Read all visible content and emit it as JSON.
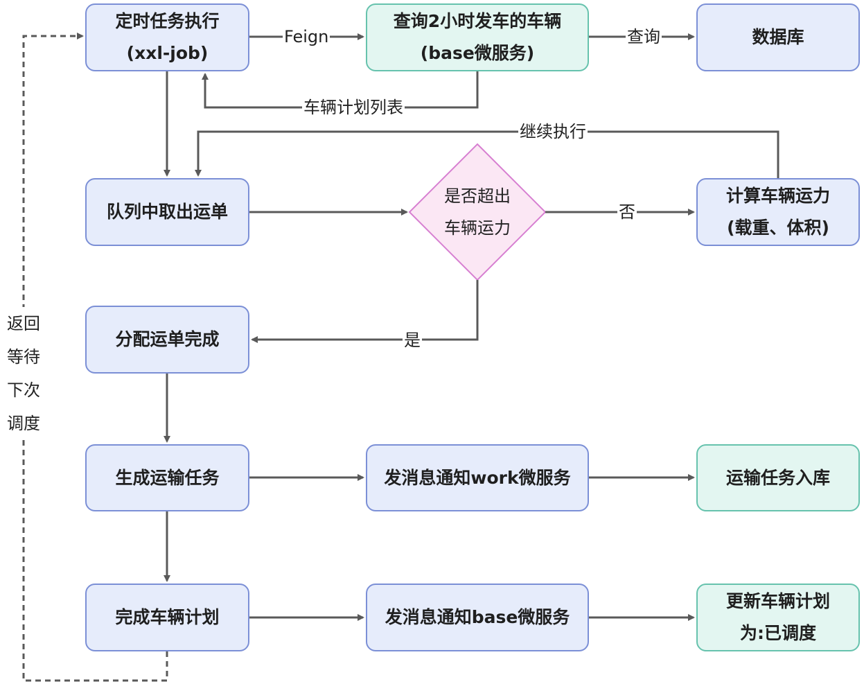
{
  "colors": {
    "node_blue_fill": "#e6ecfb",
    "node_blue_border": "#7b8fd6",
    "node_green_fill": "#e3f6f1",
    "node_green_border": "#66c2ad",
    "decision_fill": "#fbe7f4",
    "decision_border": "#d77fd1",
    "arrow": "#595959"
  },
  "nodes": {
    "scheduled_task": {
      "line1": "定时任务执行",
      "line2": "(xxl-job)"
    },
    "query_vehicles": {
      "line1": "查询2小时发车的车辆",
      "line2": "(base微服务)"
    },
    "database": {
      "line1": "数据库"
    },
    "dequeue_waybill": {
      "line1": "队列中取出运单"
    },
    "exceeds_capacity": {
      "line1": "是否超出",
      "line2": "车辆运力"
    },
    "compute_capacity": {
      "line1": "计算车辆运力",
      "line2": "(载重、体积)"
    },
    "assign_complete": {
      "line1": "分配运单完成"
    },
    "generate_transport": {
      "line1": "生成运输任务"
    },
    "notify_work": {
      "line1": "发消息通知work微服务"
    },
    "store_transport": {
      "line1": "运输任务入库"
    },
    "complete_plan": {
      "line1": "完成车辆计划"
    },
    "notify_base": {
      "line1": "发消息通知base微服务"
    },
    "update_plan": {
      "line1": "更新车辆计划",
      "line2": "为:已调度"
    }
  },
  "edges": {
    "feign": "Feign",
    "query": "查询",
    "vehicle_plan_list": "车辆计划列表",
    "continue": "继续执行",
    "no": "否",
    "yes": "是",
    "return_note": [
      "返回",
      "等待",
      "下次",
      "调度"
    ]
  }
}
